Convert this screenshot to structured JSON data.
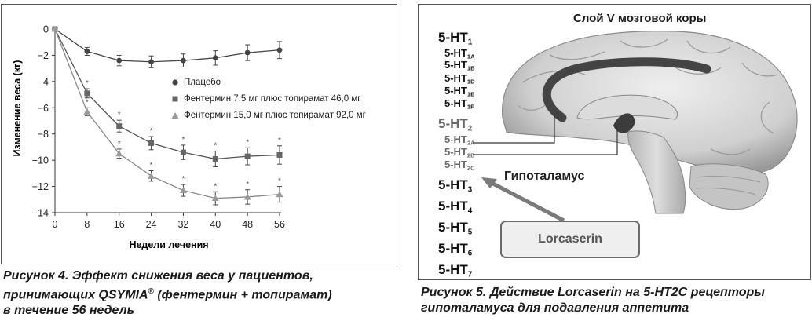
{
  "chart_data": {
    "type": "line",
    "xlabel": "Недели лечения",
    "ylabel": "Изменение веса (кг)",
    "xlim": [
      0,
      56
    ],
    "ylim": [
      -14,
      0
    ],
    "x": [
      0,
      8,
      16,
      24,
      32,
      40,
      48,
      56
    ],
    "xticks": [
      "0",
      "8",
      "16",
      "24",
      "32",
      "40",
      "48",
      "56"
    ],
    "yticks": [
      "0",
      "−2",
      "−4",
      "−6",
      "−8",
      "−10",
      "−12",
      "−14"
    ],
    "grid": false,
    "legend_position": "center-right",
    "series": [
      {
        "name": "Плацебо",
        "marker": "circle",
        "values": [
          0,
          -1.7,
          -2.4,
          -2.5,
          -2.4,
          -2.2,
          -1.8,
          -1.6
        ],
        "errors": [
          0,
          0.3,
          0.4,
          0.45,
          0.5,
          0.55,
          0.6,
          0.65
        ]
      },
      {
        "name": "Фентермин 7,5 мг плюс топирамат 46,0 мг",
        "marker": "square",
        "values": [
          0,
          -4.9,
          -7.4,
          -8.7,
          -9.4,
          -9.9,
          -9.7,
          -9.6
        ],
        "errors": [
          0,
          0.35,
          0.45,
          0.5,
          0.55,
          0.6,
          0.65,
          0.7
        ]
      },
      {
        "name": "Фентермин 15,0 мг плюс топирамат 92,0 мг",
        "marker": "triangle",
        "values": [
          0,
          -6.3,
          -9.5,
          -11.2,
          -12.3,
          -12.9,
          -12.8,
          -12.6
        ],
        "errors": [
          0,
          0.3,
          0.35,
          0.4,
          0.45,
          0.5,
          0.55,
          0.6
        ]
      }
    ],
    "annotations": [
      "*"
    ]
  },
  "captions": {
    "fig4": "Рисунок 4. Эффект снижения веса у пациентов, принимающих QSYMIA® (фентермин + топирамат) в течение 56 недель",
    "fig4_part1": "Рисунок 4. Эффект снижения веса у пациентов,",
    "fig4_part2": "принимающих QSYMIA",
    "fig4_sup": "®",
    "fig4_part3": " (фентермин + топирамат)",
    "fig4_part4": "в течение 56 недель",
    "fig5_part1": "Рисунок 5. Действие Lorcaserin на 5-HT2C рецепторы",
    "fig5_part2": "гипоталамуса для подавления аппетита"
  },
  "diagram": {
    "title": "Слой V мозговой коры",
    "hypothalamus": "Гипоталамус",
    "drug": "Lorcaserin",
    "receptor_base": "5-HT",
    "receptors": [
      {
        "sub": "1",
        "style": "big"
      },
      {
        "sub": "1A",
        "style": "small"
      },
      {
        "sub": "1B",
        "style": "small"
      },
      {
        "sub": "1D",
        "style": "small"
      },
      {
        "sub": "1E",
        "style": "small"
      },
      {
        "sub": "1F",
        "style": "small"
      },
      {
        "sub": "2",
        "style": "big-gray"
      },
      {
        "sub": "2A",
        "style": "small-gray"
      },
      {
        "sub": "2B",
        "style": "small-gray"
      },
      {
        "sub": "2C",
        "style": "small-gray"
      },
      {
        "sub": "3",
        "style": "big"
      },
      {
        "sub": "4",
        "style": "big"
      },
      {
        "sub": "5",
        "style": "big"
      },
      {
        "sub": "6",
        "style": "big"
      },
      {
        "sub": "7",
        "style": "big"
      }
    ]
  }
}
